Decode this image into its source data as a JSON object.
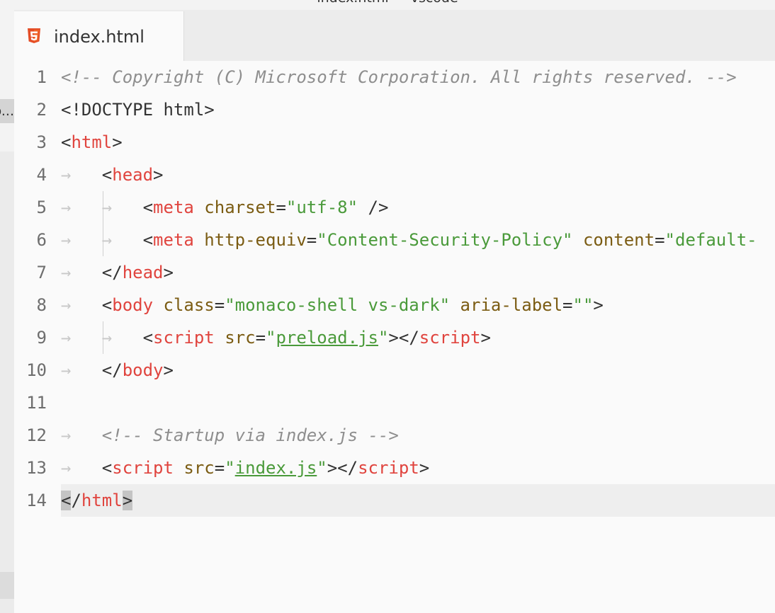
{
  "window": {
    "title": "index.html — vscode"
  },
  "sidebar": {
    "selected_item_label": "o..."
  },
  "tab": {
    "label": "index.html",
    "icon": "html5-icon"
  },
  "colors": {
    "tag": "#e0443e",
    "attribute": "#7b5c13",
    "string": "#4a9a3a",
    "comment": "#8e8e8e",
    "plain": "#333333"
  },
  "editor": {
    "current_line": 14,
    "lines": [
      {
        "num": "1",
        "segments": [
          {
            "t": "<!-- Copyright (C) Microsoft Corporation. All rights reserved. -->",
            "c": "comment"
          }
        ]
      },
      {
        "num": "2",
        "segments": [
          {
            "t": "<!DOCTYPE html>",
            "c": "plain"
          }
        ]
      },
      {
        "num": "3",
        "segments": [
          {
            "t": "<",
            "c": "plain"
          },
          {
            "t": "html",
            "c": "tag"
          },
          {
            "t": ">",
            "c": "plain"
          }
        ]
      },
      {
        "num": "4",
        "segments": [
          {
            "t": "→   ",
            "c": "ws"
          },
          {
            "t": "<",
            "c": "plain"
          },
          {
            "t": "head",
            "c": "tag"
          },
          {
            "t": ">",
            "c": "plain"
          }
        ]
      },
      {
        "num": "5",
        "segments": [
          {
            "t": "→   ",
            "c": "ws"
          },
          {
            "t": "→   ",
            "c": "ws"
          },
          {
            "t": "<",
            "c": "plain"
          },
          {
            "t": "meta",
            "c": "tag"
          },
          {
            "t": " ",
            "c": "plain"
          },
          {
            "t": "charset",
            "c": "attr"
          },
          {
            "t": "=",
            "c": "plain"
          },
          {
            "t": "\"utf-8\"",
            "c": "str"
          },
          {
            "t": " />",
            "c": "plain"
          }
        ]
      },
      {
        "num": "6",
        "segments": [
          {
            "t": "→   ",
            "c": "ws"
          },
          {
            "t": "→   ",
            "c": "ws"
          },
          {
            "t": "<",
            "c": "plain"
          },
          {
            "t": "meta",
            "c": "tag"
          },
          {
            "t": " ",
            "c": "plain"
          },
          {
            "t": "http-equiv",
            "c": "attr"
          },
          {
            "t": "=",
            "c": "plain"
          },
          {
            "t": "\"Content-Security-Policy\"",
            "c": "str"
          },
          {
            "t": " ",
            "c": "plain"
          },
          {
            "t": "content",
            "c": "attr"
          },
          {
            "t": "=",
            "c": "plain"
          },
          {
            "t": "\"default-",
            "c": "str"
          }
        ]
      },
      {
        "num": "7",
        "segments": [
          {
            "t": "→   ",
            "c": "ws"
          },
          {
            "t": "</",
            "c": "plain"
          },
          {
            "t": "head",
            "c": "tag"
          },
          {
            "t": ">",
            "c": "plain"
          }
        ]
      },
      {
        "num": "8",
        "segments": [
          {
            "t": "→   ",
            "c": "ws"
          },
          {
            "t": "<",
            "c": "plain"
          },
          {
            "t": "body",
            "c": "tag"
          },
          {
            "t": " ",
            "c": "plain"
          },
          {
            "t": "class",
            "c": "attr"
          },
          {
            "t": "=",
            "c": "plain"
          },
          {
            "t": "\"monaco-shell vs-dark\"",
            "c": "str"
          },
          {
            "t": " ",
            "c": "plain"
          },
          {
            "t": "aria-label",
            "c": "attr"
          },
          {
            "t": "=",
            "c": "plain"
          },
          {
            "t": "\"\"",
            "c": "str"
          },
          {
            "t": ">",
            "c": "plain"
          }
        ]
      },
      {
        "num": "9",
        "segments": [
          {
            "t": "→   ",
            "c": "ws"
          },
          {
            "t": "→   ",
            "c": "ws"
          },
          {
            "t": "<",
            "c": "plain"
          },
          {
            "t": "script",
            "c": "tag"
          },
          {
            "t": " ",
            "c": "plain"
          },
          {
            "t": "src",
            "c": "attr"
          },
          {
            "t": "=",
            "c": "plain"
          },
          {
            "t": "\"",
            "c": "str"
          },
          {
            "t": "preload.js",
            "c": "link"
          },
          {
            "t": "\"",
            "c": "str"
          },
          {
            "t": "></",
            "c": "plain"
          },
          {
            "t": "script",
            "c": "tag"
          },
          {
            "t": ">",
            "c": "plain"
          }
        ]
      },
      {
        "num": "10",
        "segments": [
          {
            "t": "→   ",
            "c": "ws"
          },
          {
            "t": "</",
            "c": "plain"
          },
          {
            "t": "body",
            "c": "tag"
          },
          {
            "t": ">",
            "c": "plain"
          }
        ]
      },
      {
        "num": "11",
        "segments": []
      },
      {
        "num": "12",
        "segments": [
          {
            "t": "→   ",
            "c": "ws"
          },
          {
            "t": "<!-- Startup via index.js -->",
            "c": "comment"
          }
        ]
      },
      {
        "num": "13",
        "segments": [
          {
            "t": "→   ",
            "c": "ws"
          },
          {
            "t": "<",
            "c": "plain"
          },
          {
            "t": "script",
            "c": "tag"
          },
          {
            "t": " ",
            "c": "plain"
          },
          {
            "t": "src",
            "c": "attr"
          },
          {
            "t": "=",
            "c": "plain"
          },
          {
            "t": "\"",
            "c": "str"
          },
          {
            "t": "index.js",
            "c": "link"
          },
          {
            "t": "\"",
            "c": "str"
          },
          {
            "t": "></",
            "c": "plain"
          },
          {
            "t": "script",
            "c": "tag"
          },
          {
            "t": ">",
            "c": "plain"
          }
        ]
      },
      {
        "num": "14",
        "segments": [
          {
            "t": "<",
            "c": "bracket"
          },
          {
            "t": "/",
            "c": "plain"
          },
          {
            "t": "html",
            "c": "tag"
          },
          {
            "t": ">",
            "c": "bracket"
          }
        ]
      }
    ]
  }
}
